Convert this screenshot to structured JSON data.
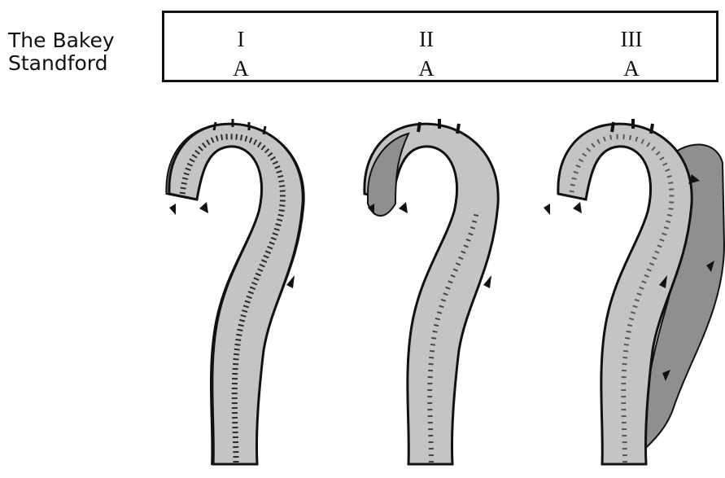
{
  "legend": {
    "line1": "The Bakey",
    "line2": "Standford"
  },
  "types": [
    {
      "debakey": "I",
      "stanford": "A"
    },
    {
      "debakey": "II",
      "stanford": "A"
    },
    {
      "debakey": "III",
      "stanford": "A"
    }
  ],
  "colors": {
    "lumen": "#c4c4c4",
    "false_lumen": "#8f8f8f",
    "outline": "#111111"
  }
}
